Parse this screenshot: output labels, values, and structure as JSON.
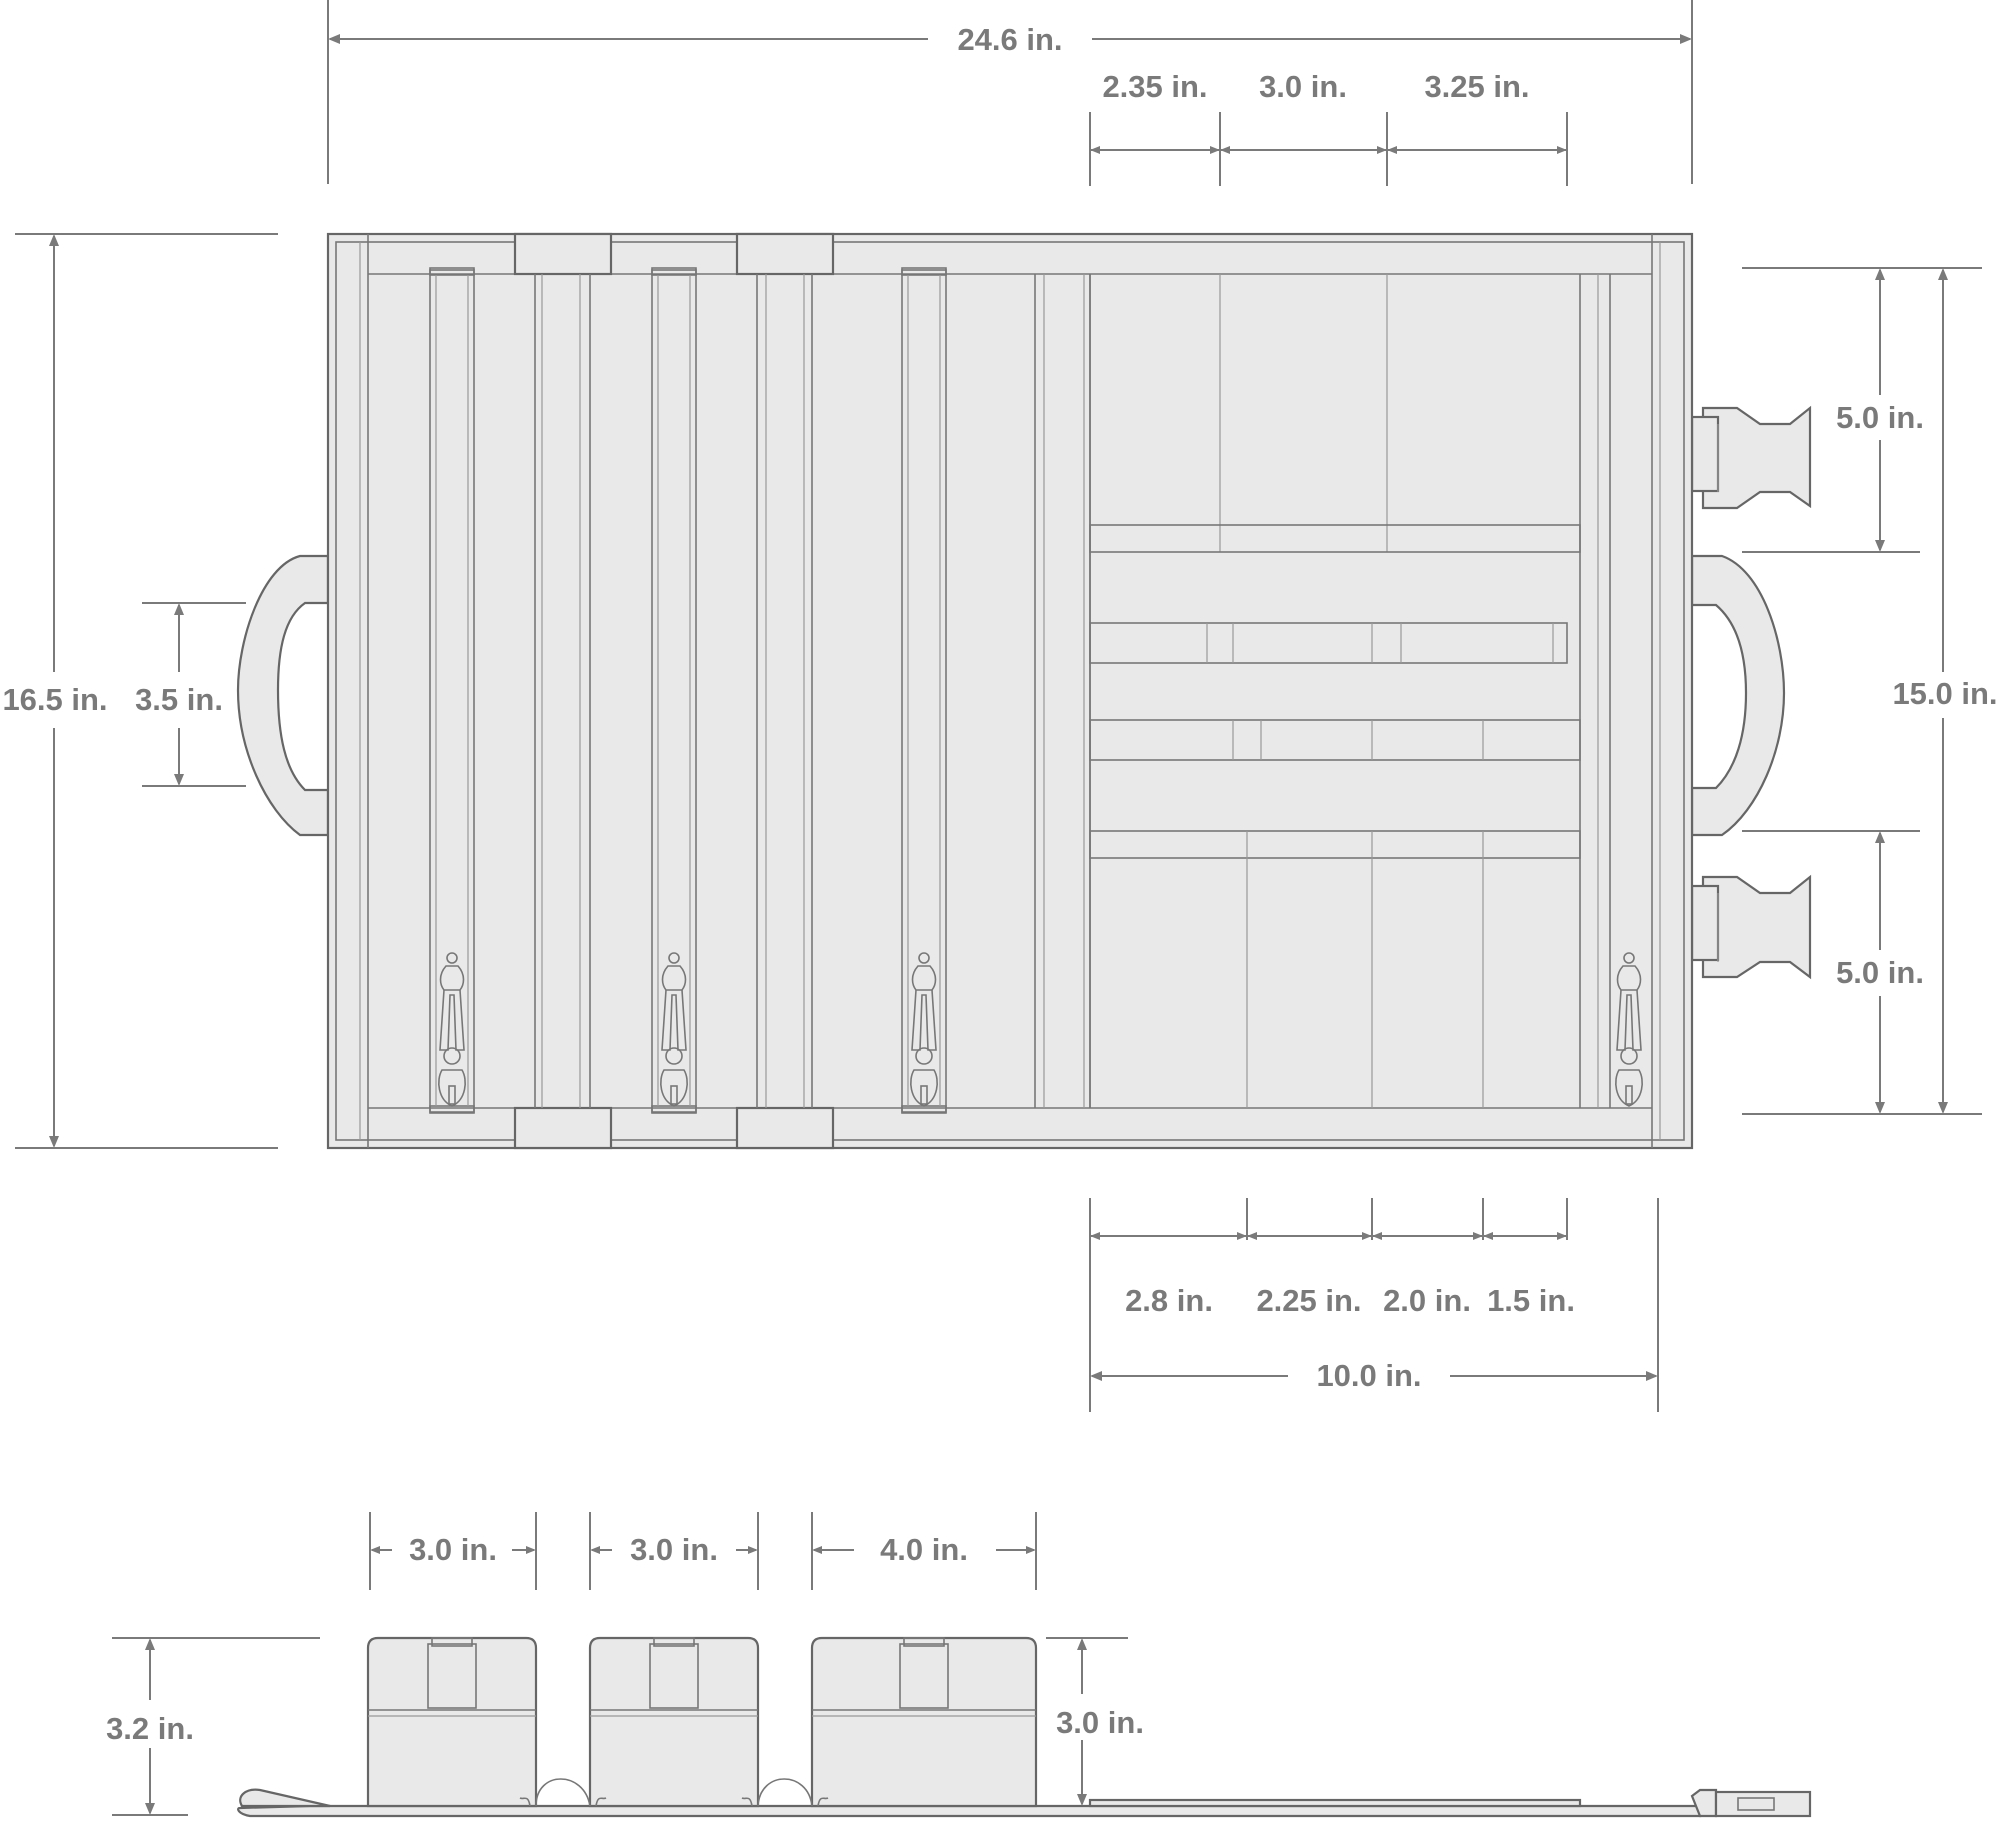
{
  "colors": {
    "outline": "#666666",
    "fill": "#e9e9e9",
    "dimension": "#7a7a7a"
  },
  "top_view": {
    "overall_width": "24.6 in.",
    "overall_height": "16.5 in.",
    "handle_height": "3.5 in.",
    "inner_height": "15.0 in.",
    "buckle_upper": "5.0 in.",
    "buckle_lower": "5.0 in.",
    "top_widths": [
      "2.35 in.",
      "3.0 in.",
      "3.25 in."
    ],
    "bottom_widths": [
      "2.8 in.",
      "2.25 in.",
      "2.0 in.",
      "1.5 in."
    ],
    "tray_width": "10.0 in."
  },
  "side_view": {
    "pouch_widths": [
      "3.0 in.",
      "3.0 in.",
      "4.0 in."
    ],
    "pouch_height": "3.2 in.",
    "tray_height": "3.0 in."
  }
}
